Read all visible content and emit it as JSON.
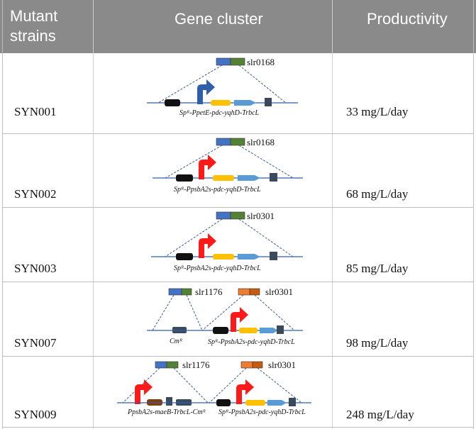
{
  "header": {
    "col_strains_line1": "Mutant",
    "col_strains_line2": "strains",
    "col_cluster": "Gene cluster",
    "col_productivity": "Productivity"
  },
  "rows": [
    {
      "strain": "SYN001",
      "site": "slr0168",
      "cassette": "Spᴿ-PpetE-pdc-yqhD-TrbcL",
      "productivity": "33 mg/L/day"
    },
    {
      "strain": "SYN002",
      "site": "slr0168",
      "cassette": "Spᴿ-PpsbA2s-pdc-yqhD-TrbcL",
      "productivity": "68 mg/L/day"
    },
    {
      "strain": "SYN003",
      "site": "slr0301",
      "cassette": "Spᴿ-PpsbA2s-pdc-yqhD-TrbcL",
      "productivity": "85 mg/L/day"
    },
    {
      "strain": "SYN007",
      "site_left": "slr1176",
      "site_right": "slr0301",
      "cassette_left": "Cmᴿ",
      "cassette_right": "Spᴿ-PpsbA2s-pdc-yqhD-TrbcL",
      "productivity": "98 mg/L/day"
    },
    {
      "strain": "SYN009",
      "site_left": "slr1176",
      "site_right": "slr0301",
      "cassette_left": "PpsbA2s-maeB-TrbcL-Cmᴿ",
      "cassette_right": "Spᴿ-PpsbA2s-pdc-yqhD-TrbcL",
      "productivity": "248 mg/L/day"
    }
  ],
  "colors": {
    "header_bg": "#8a8a8a",
    "promoter_blue": "#2e5fa8",
    "promoter_red": "#ff1a1a",
    "pdc_yellow": "#ffc000",
    "yqhD_blue": "#5b9bd5",
    "terminator": "#3a4a5c",
    "marker_black": "#111111",
    "homology_blue": "#4472c4",
    "homology_green": "#548235",
    "homology_orange": "#ed7d31",
    "maeB_brown": "#843c0c"
  }
}
